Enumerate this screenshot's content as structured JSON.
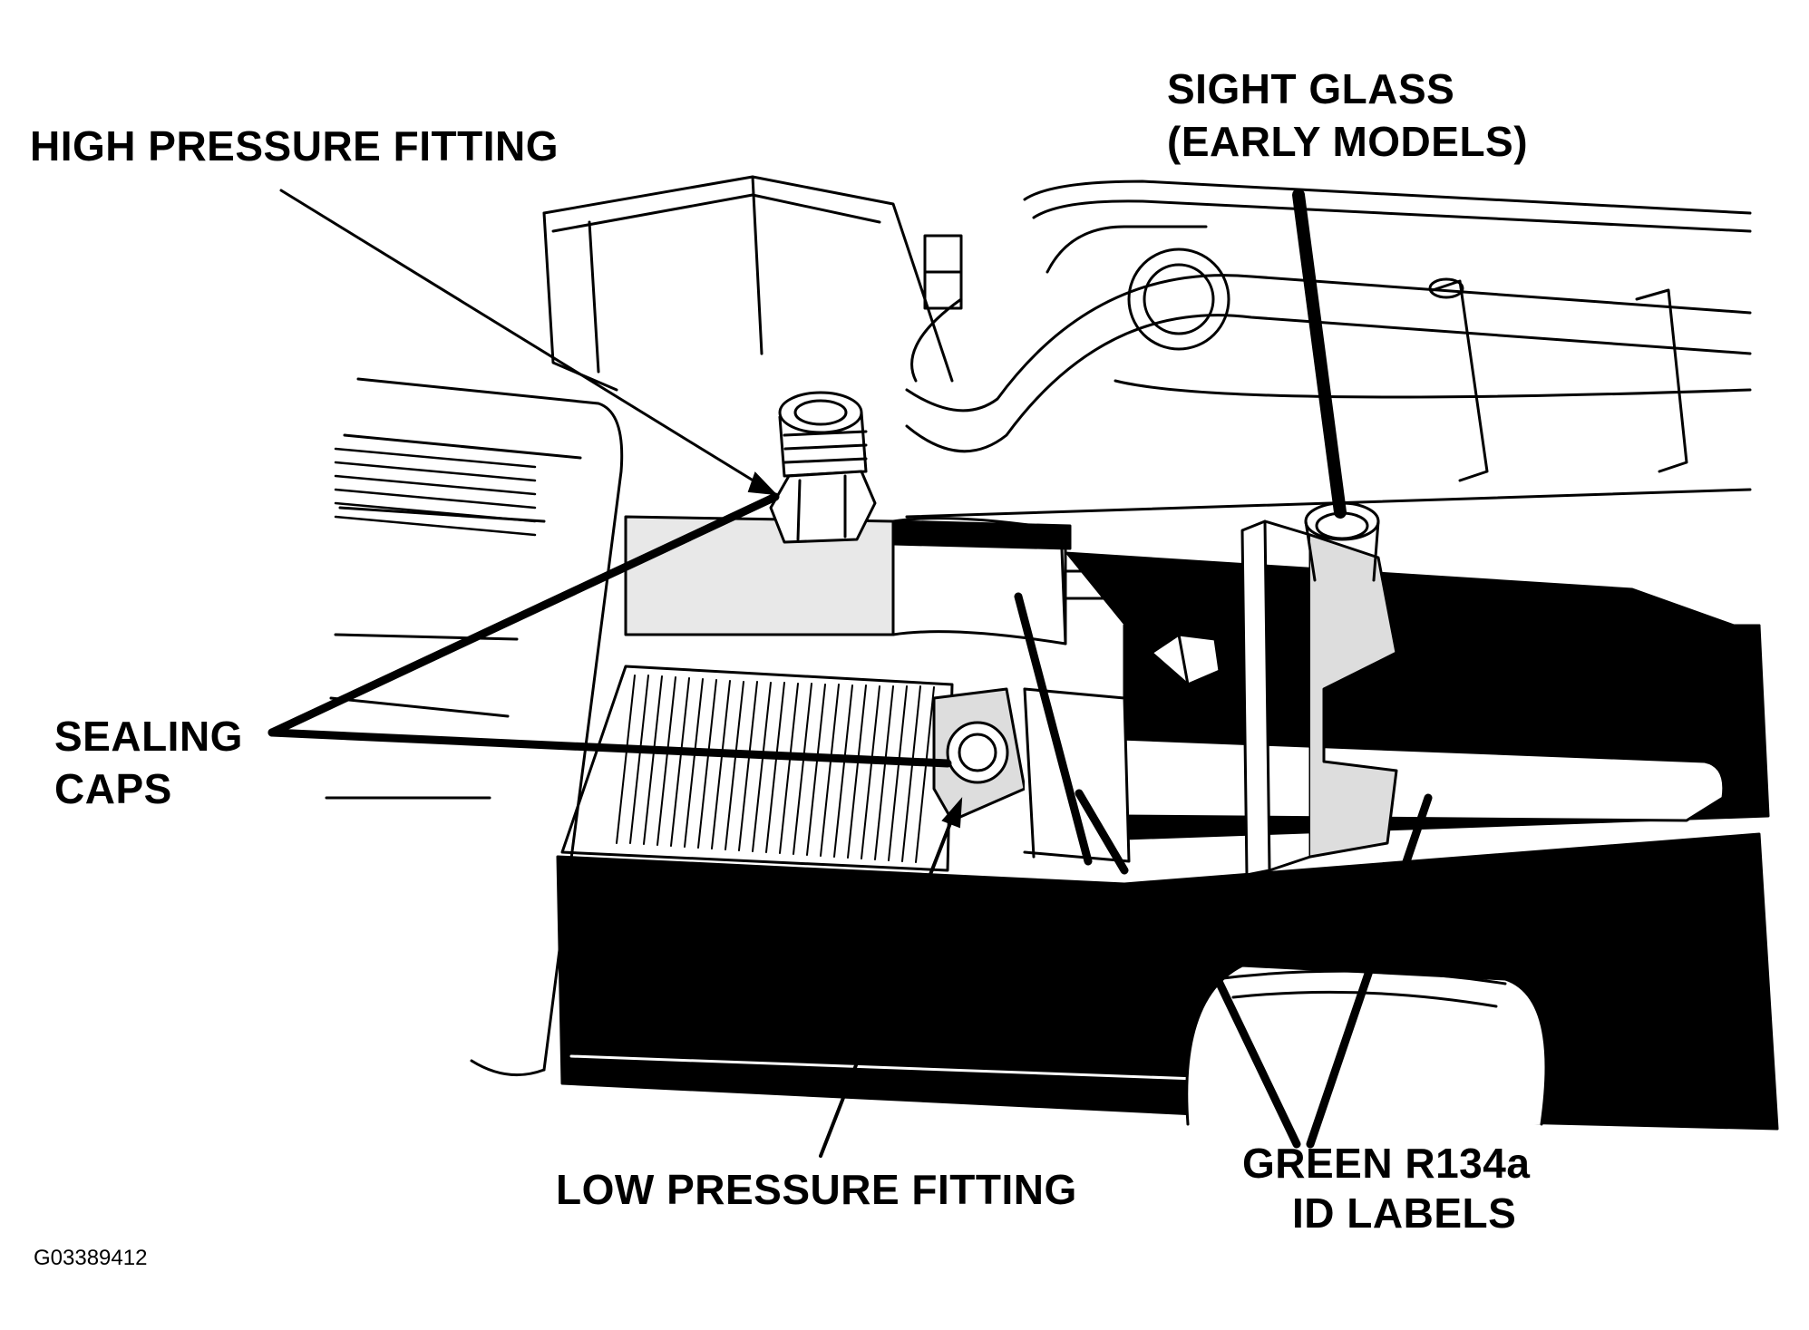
{
  "labels": {
    "high_pressure_fitting": "HIGH PRESSURE FITTING",
    "sight_glass_line1": "SIGHT GLASS",
    "sight_glass_line2": "(EARLY MODELS)",
    "sealing_caps_line1": "SEALING",
    "sealing_caps_line2": "CAPS",
    "low_pressure_fitting": "LOW PRESSURE FITTING",
    "green_labels_line1": "GREEN R134a",
    "green_labels_line2": "ID LABELS"
  },
  "figure_code": "G03389412"
}
